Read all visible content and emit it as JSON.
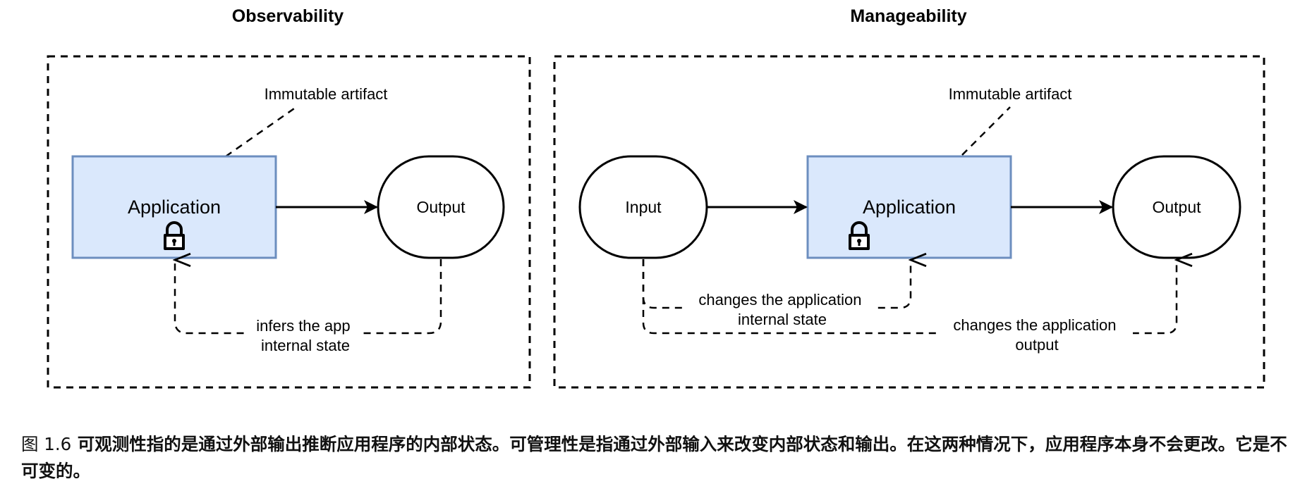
{
  "observability": {
    "title": "Observability",
    "artifact_label": "Immutable artifact",
    "application_label": "Application",
    "output_label": "Output",
    "feedback_label_line1": "infers the app",
    "feedback_label_line2": "internal state"
  },
  "manageability": {
    "title": "Manageability",
    "artifact_label": "Immutable artifact",
    "input_label": "Input",
    "application_label": "Application",
    "output_label": "Output",
    "state_label_line1": "changes the application",
    "state_label_line2": "internal state",
    "output_change_label_line1": "changes the application",
    "output_change_label_line2": "output"
  },
  "caption": {
    "figure_number": "图 1.6",
    "text": "可观测性指的是通过外部输出推断应用程序的内部状态。可管理性是指通过外部输入来改变内部状态和输出。在这两种情况下，应用程序本身不会更改。它是不可变的。"
  },
  "colors": {
    "application_fill": "#dae8fc",
    "application_stroke": "#6c8ebf",
    "line": "#000000"
  },
  "icons": [
    "lock-icon"
  ]
}
